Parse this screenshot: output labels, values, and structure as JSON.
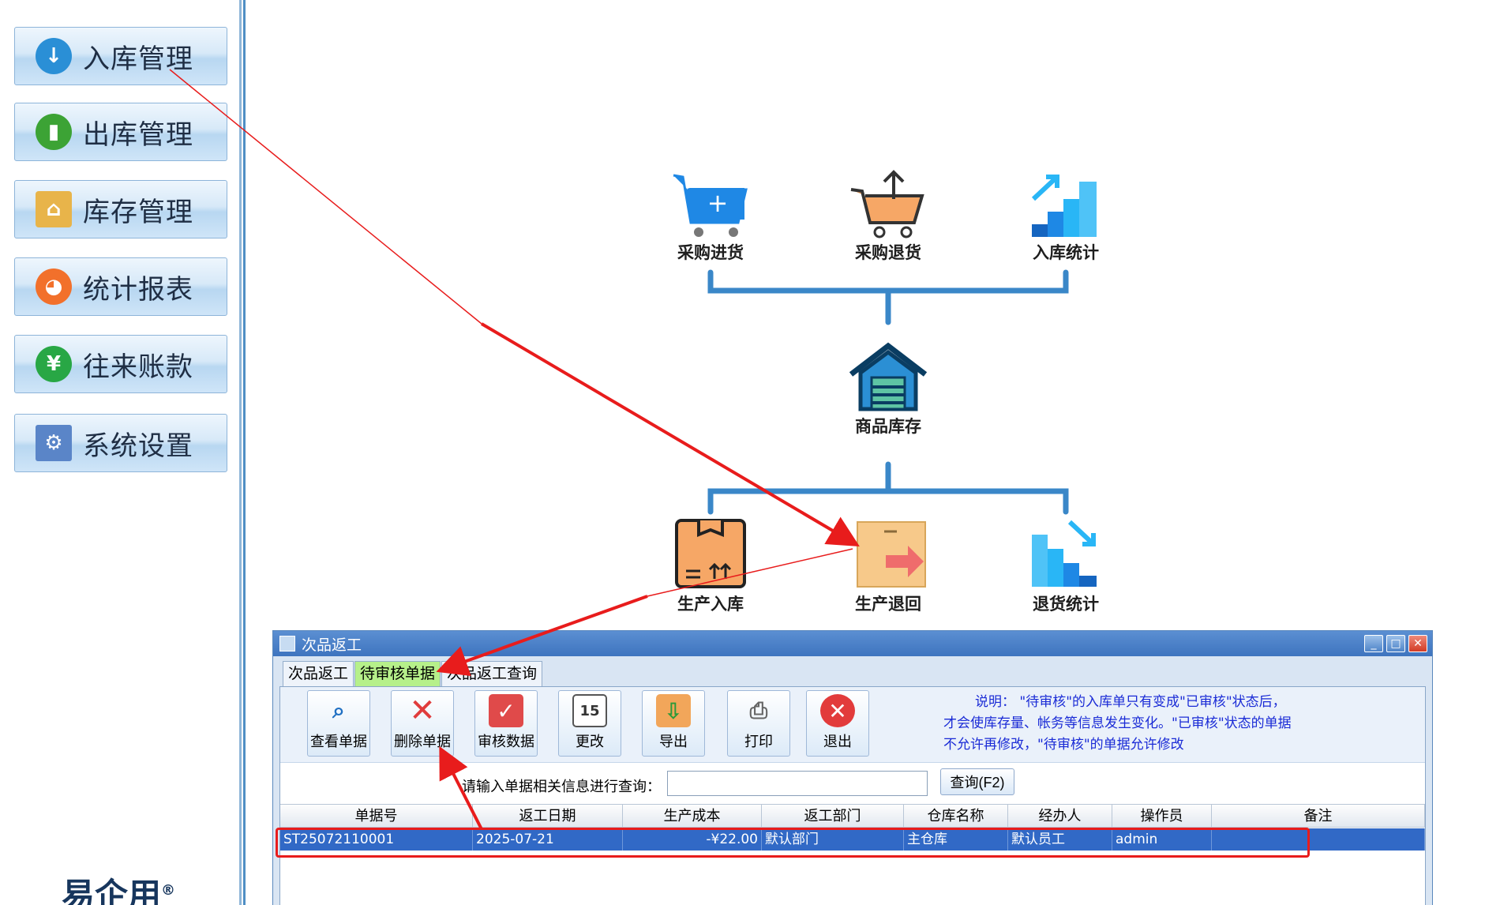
{
  "sidebar": {
    "items": [
      {
        "label": "入库管理",
        "icon": "arrow-down-icon",
        "color": "#2a8fd6"
      },
      {
        "label": "出库管理",
        "icon": "bar-chart-icon",
        "color": "#3ca335"
      },
      {
        "label": "库存管理",
        "icon": "warehouse-icon",
        "color": "#e8b44a"
      },
      {
        "label": "统计报表",
        "icon": "pie-chart-icon",
        "color": "#f2702b"
      },
      {
        "label": "往来账款",
        "icon": "yen-icon",
        "color": "#28a745"
      },
      {
        "label": "系统设置",
        "icon": "gear-icon",
        "color": "#5a85c8"
      }
    ],
    "brand": "易企用"
  },
  "flow": {
    "top": [
      "采购进货",
      "采购退货",
      "入库统计"
    ],
    "center": "商品库存",
    "bottom": [
      "生产入库",
      "生产退回",
      "退货统计"
    ]
  },
  "dialog": {
    "title": "次品返工",
    "tabs": [
      "次品返工",
      "待审核单据",
      "次品返工查询"
    ],
    "active_tab": "待审核单据",
    "toolbar": [
      {
        "label": "查看单据",
        "icon": "magnifier-icon"
      },
      {
        "label": "删除单据",
        "icon": "delete-x-icon"
      },
      {
        "label": "审核数据",
        "icon": "checkmark-icon"
      },
      {
        "label": "更改",
        "icon": "calendar-edit-icon"
      },
      {
        "label": "导出",
        "icon": "export-icon"
      },
      {
        "label": "打印",
        "icon": "printer-icon"
      },
      {
        "label": "退出",
        "icon": "exit-icon"
      }
    ],
    "note": {
      "line1": "说明：  \"待审核\"的入库单只有变成\"已审核\"状态后，",
      "line2": "才会使库存量、帐务等信息发生变化。\"已审核\"状态的单据",
      "line3": "不允许再修改，\"待审核\"的单据允许修改"
    },
    "search": {
      "label": "请输入单据相关信息进行查询：",
      "value": "",
      "button": "查询(F2)"
    },
    "grid": {
      "columns": [
        "单据号",
        "返工日期",
        "生产成本",
        "返工部门",
        "仓库名称",
        "经办人",
        "操作员",
        "备注"
      ],
      "rows": [
        [
          "ST25072110001",
          "2025-07-21",
          "-¥22.00",
          "默认部门",
          "主仓库",
          "默认员工",
          "admin",
          ""
        ]
      ]
    }
  }
}
